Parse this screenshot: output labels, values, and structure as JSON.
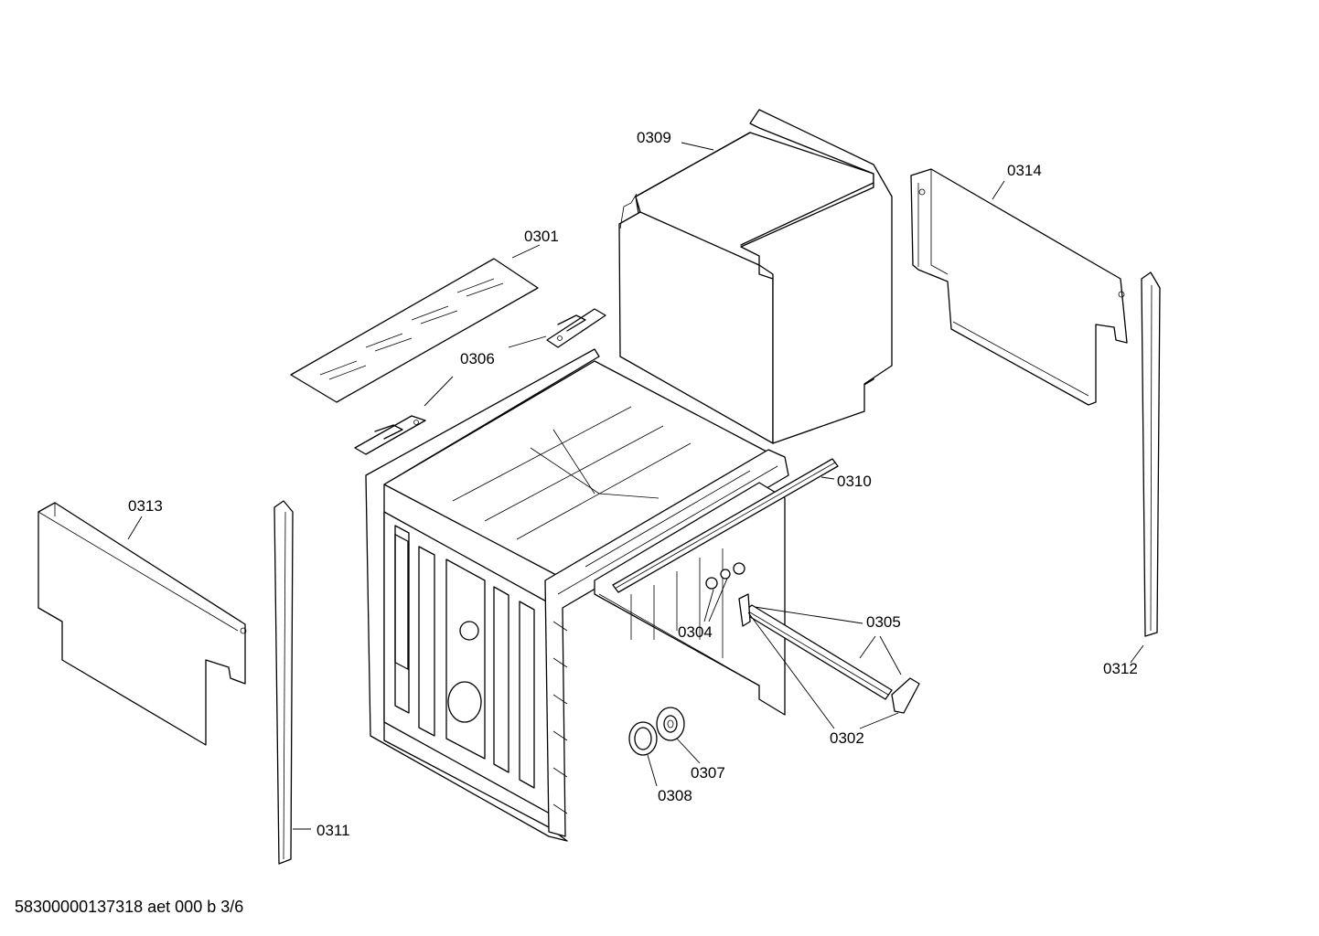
{
  "labels": {
    "p0301": "0301",
    "p0302": "0302",
    "p0304": "0304",
    "p0305": "0305",
    "p0306": "0306",
    "p0307": "0307",
    "p0308": "0308",
    "p0309": "0309",
    "p0310": "0310",
    "p0311": "0311",
    "p0312": "0312",
    "p0313": "0313",
    "p0314": "0314"
  },
  "footer": "58300000137318 aet 000 b 3/6"
}
